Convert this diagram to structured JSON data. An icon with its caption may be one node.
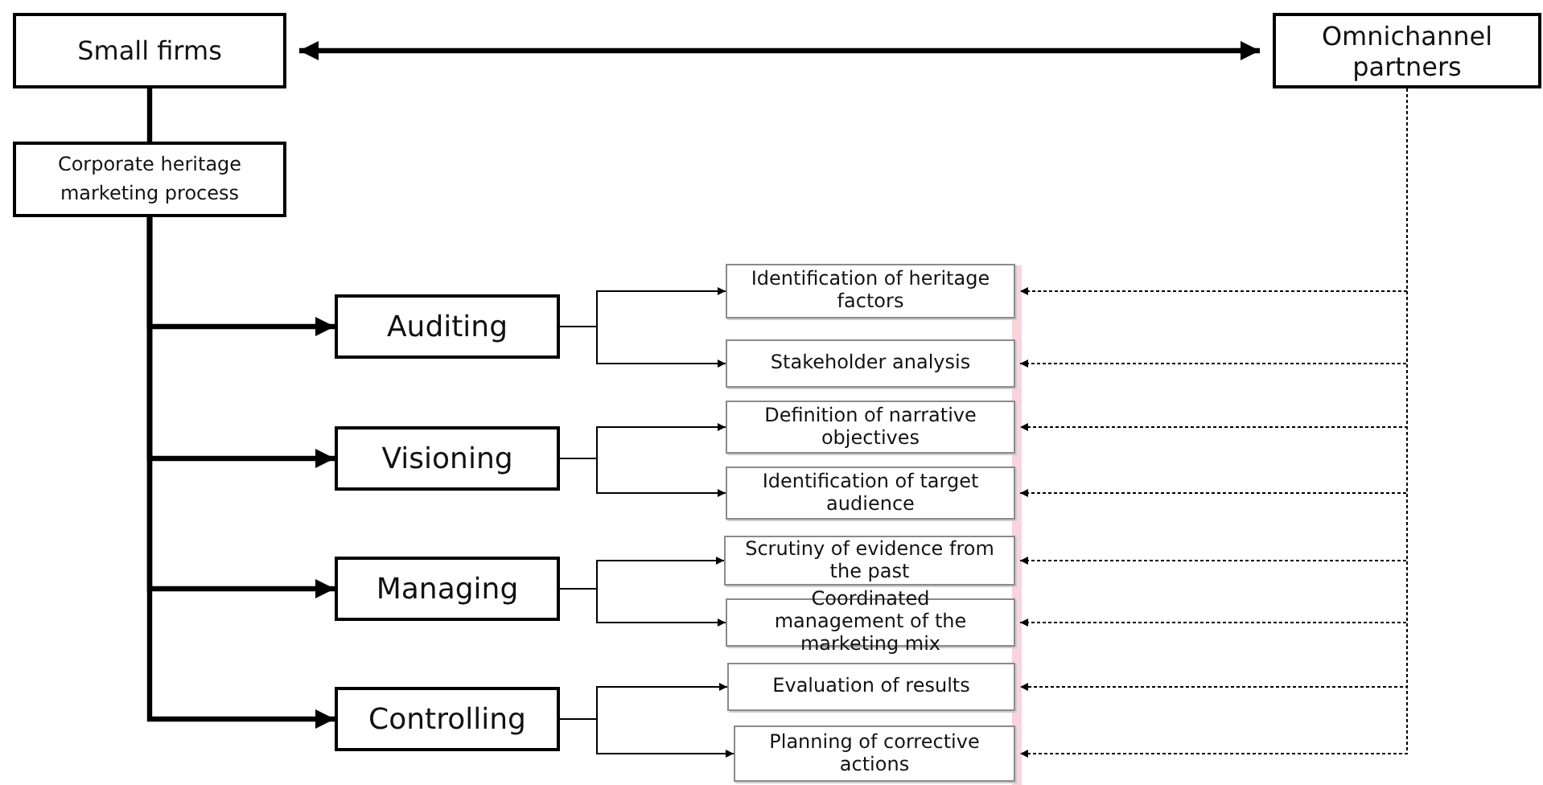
{
  "diagram": {
    "nodes": [
      {
        "text": [
          "Small firms"
        ]
      },
      {
        "text": [
          "Omnichannel partners"
        ]
      },
      {
        "text": [
          "Corporate heritage marketing process"
        ]
      },
      {
        "text": [
          "Auditing"
        ]
      },
      {
        "text": [
          "Identification of heritage factors"
        ]
      },
      {
        "text": [
          "Stakeholder analysis"
        ]
      },
      {
        "text": [
          "Visioning"
        ]
      },
      {
        "text": [
          "Definition of narrative objectives"
        ]
      },
      {
        "text": [
          "Identification of target audience"
        ]
      },
      {
        "text": [
          "Managing"
        ]
      },
      {
        "text": [
          "Scrutiny of evidence from the past"
        ]
      },
      {
        "text": [
          "Coordinated management of the marketing mix"
        ]
      },
      {
        "text": [
          "Controlling"
        ]
      },
      {
        "text": [
          "Evaluation of results"
        ]
      },
      {
        "text": [
          "Planning of corrective actions"
        ]
      }
    ],
    "edges": [
      {
        "from": 0,
        "to": 1,
        "arrow": "both",
        "style": "thick"
      },
      {
        "from": 0,
        "to": 2,
        "arrow": "none",
        "style": "thick"
      },
      {
        "from": 2,
        "to": 3,
        "arrow": "to",
        "style": "thick"
      },
      {
        "from": 2,
        "to": 6,
        "arrow": "to",
        "style": "thick"
      },
      {
        "from": 2,
        "to": 9,
        "arrow": "to",
        "style": "thick"
      },
      {
        "from": 2,
        "to": 12,
        "arrow": "to",
        "style": "thick"
      },
      {
        "from": 3,
        "to": 4,
        "arrow": "to"
      },
      {
        "from": 3,
        "to": 5,
        "arrow": "to"
      },
      {
        "from": 6,
        "to": 7,
        "arrow": "to"
      },
      {
        "from": 6,
        "to": 8,
        "arrow": "to"
      },
      {
        "from": 9,
        "to": 10,
        "arrow": "to"
      },
      {
        "from": 9,
        "to": 11,
        "arrow": "to"
      },
      {
        "from": 12,
        "to": 13,
        "arrow": "to"
      },
      {
        "from": 12,
        "to": 14,
        "arrow": "to"
      },
      {
        "from": 1,
        "to": 4,
        "arrow": "to",
        "style": "dashed"
      },
      {
        "from": 1,
        "to": 5,
        "arrow": "to",
        "style": "dashed"
      },
      {
        "from": 1,
        "to": 7,
        "arrow": "to",
        "style": "dashed"
      },
      {
        "from": 1,
        "to": 8,
        "arrow": "to",
        "style": "dashed"
      },
      {
        "from": 1,
        "to": 10,
        "arrow": "to",
        "style": "dashed"
      },
      {
        "from": 1,
        "to": 11,
        "arrow": "to",
        "style": "dashed"
      },
      {
        "from": 1,
        "to": 13,
        "arrow": "to",
        "style": "dashed"
      },
      {
        "from": 1,
        "to": 14,
        "arrow": "to",
        "style": "dashed"
      }
    ]
  }
}
